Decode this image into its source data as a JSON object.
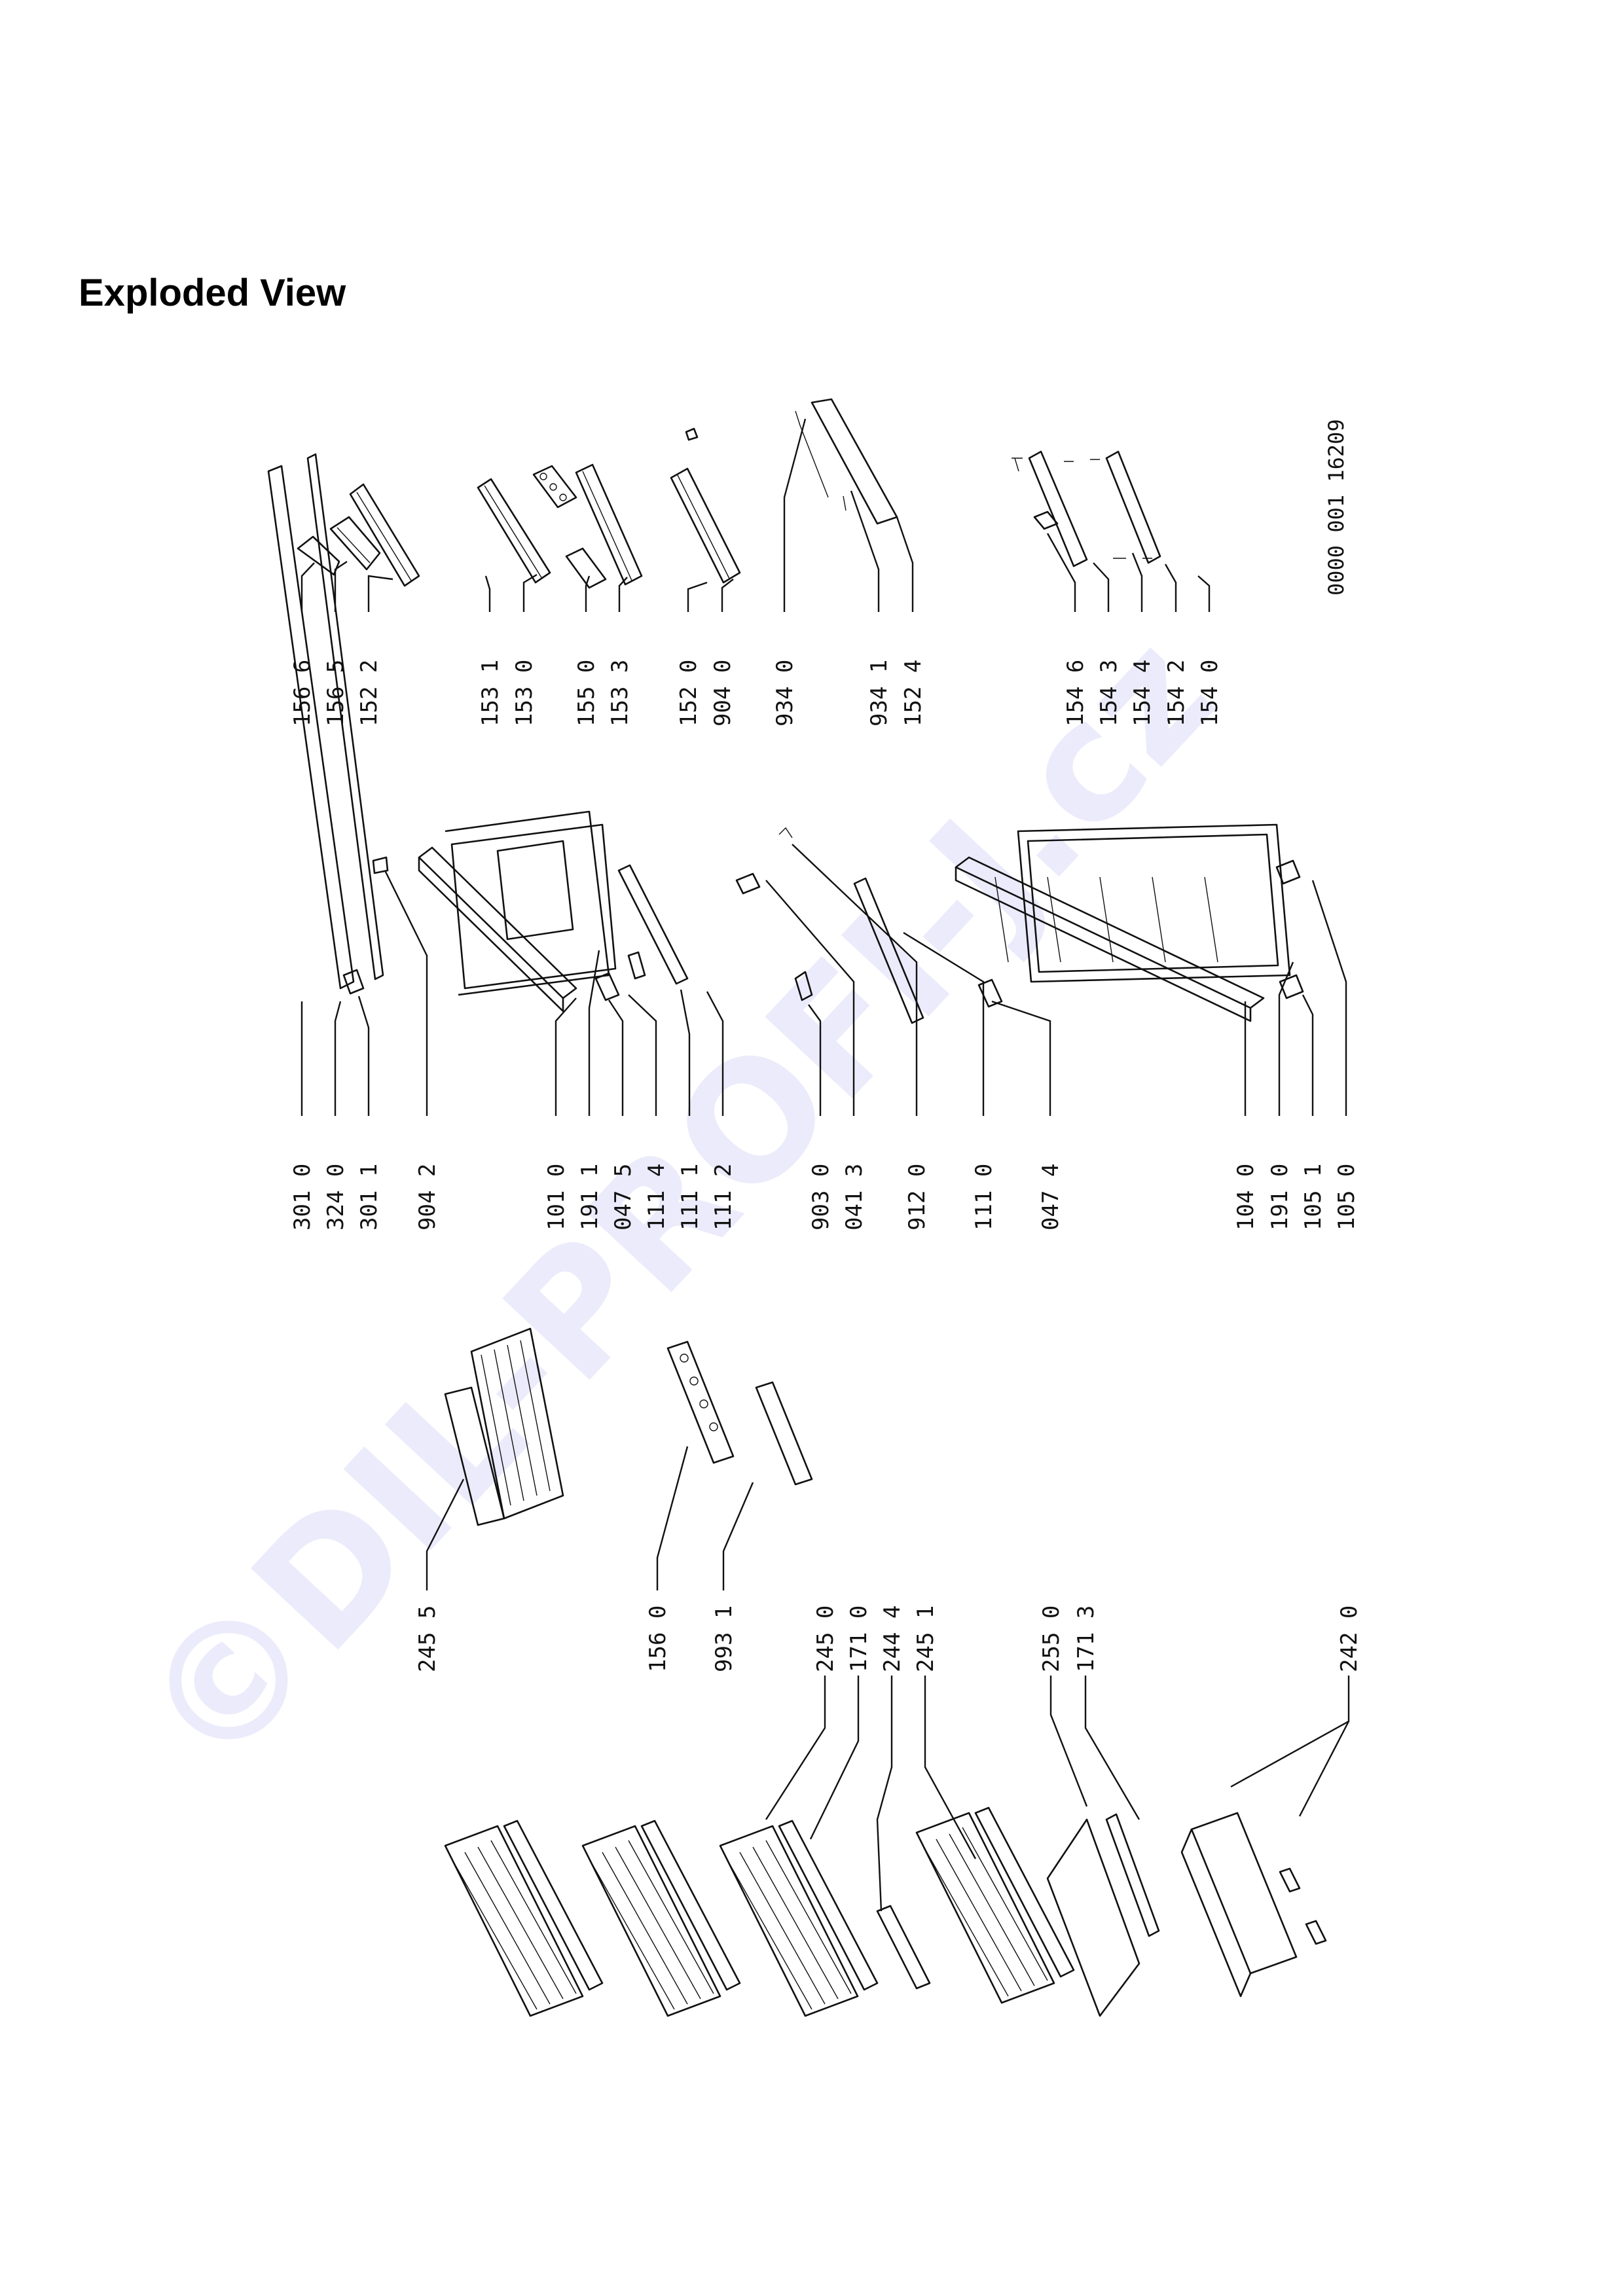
{
  "title": "Exploded View",
  "document_number": "0000 001 16209",
  "watermark": "©DIL-PROFI-J.cz",
  "watermark_color": "#dcdcf8",
  "groups": {
    "top_right": [
      "156 6",
      "156 5",
      "152 2",
      "153 1",
      "153 0",
      "155 0",
      "153 3",
      "152 0",
      "904 0",
      "934 0",
      "934 1",
      "152 4",
      "154 6",
      "154 3",
      "154 4",
      "154 2",
      "154 0"
    ],
    "middle": [
      "301 0",
      "324 0",
      "301 1",
      "904 2",
      "101 0",
      "191 1",
      "047 5",
      "111 4",
      "111 1",
      "111 2",
      "903 0",
      "041 3",
      "912 0",
      "111 0",
      "047 4",
      "104 0",
      "191 0",
      "105 1",
      "105 0"
    ],
    "lower": [
      "245 5",
      "156 0",
      "993 1",
      "245 0",
      "171 0",
      "244 4",
      "245 1",
      "255 0",
      "171 3",
      "242 0"
    ]
  }
}
